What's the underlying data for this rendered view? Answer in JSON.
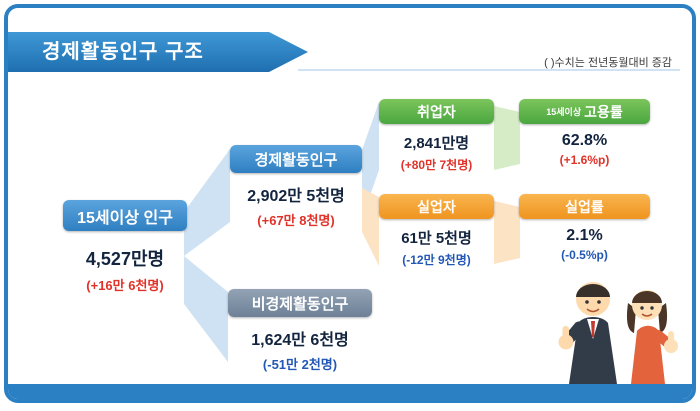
{
  "meta": {
    "title": "경제활동인구 구조",
    "note": "( )수치는 전년동월대비 증감"
  },
  "colors": {
    "frame_blue": "#2b7fc3",
    "header_blue": "#3f8fce",
    "header_gray": "#7e90a5",
    "header_green": "#5bb34c",
    "header_orange": "#f3a236",
    "positive_change": "#e03228",
    "negative_change": "#2257b5",
    "band_blue": "#cfe2f3",
    "band_green": "#d6ecc6",
    "band_orange": "#fce3c3"
  },
  "nodes": {
    "pop15": {
      "label": "15세이상 인구",
      "value": "4,527만명",
      "change": "(+16만 6천명)",
      "trend": "up"
    },
    "econActive": {
      "label": "경제활동인구",
      "value": "2,902만 5천명",
      "change": "(+67만 8천명)",
      "trend": "up"
    },
    "nonEconActive": {
      "label": "비경제활동인구",
      "value": "1,624만 6천명",
      "change": "(-51만 2천명)",
      "trend": "down"
    },
    "employed": {
      "label": "취업자",
      "value": "2,841만명",
      "change": "(+80만 7천명)",
      "trend": "up"
    },
    "employmentRate": {
      "label_prefix": "15세이상",
      "label": "고용률",
      "value": "62.8%",
      "change": "(+1.6%p)",
      "trend": "up"
    },
    "unemployed": {
      "label": "실업자",
      "value": "61만 5천명",
      "change": "(-12만 9천명)",
      "trend": "down"
    },
    "unemploymentRate": {
      "label": "실업률",
      "value": "2.1%",
      "change": "(-0.5%p)",
      "trend": "down"
    }
  }
}
